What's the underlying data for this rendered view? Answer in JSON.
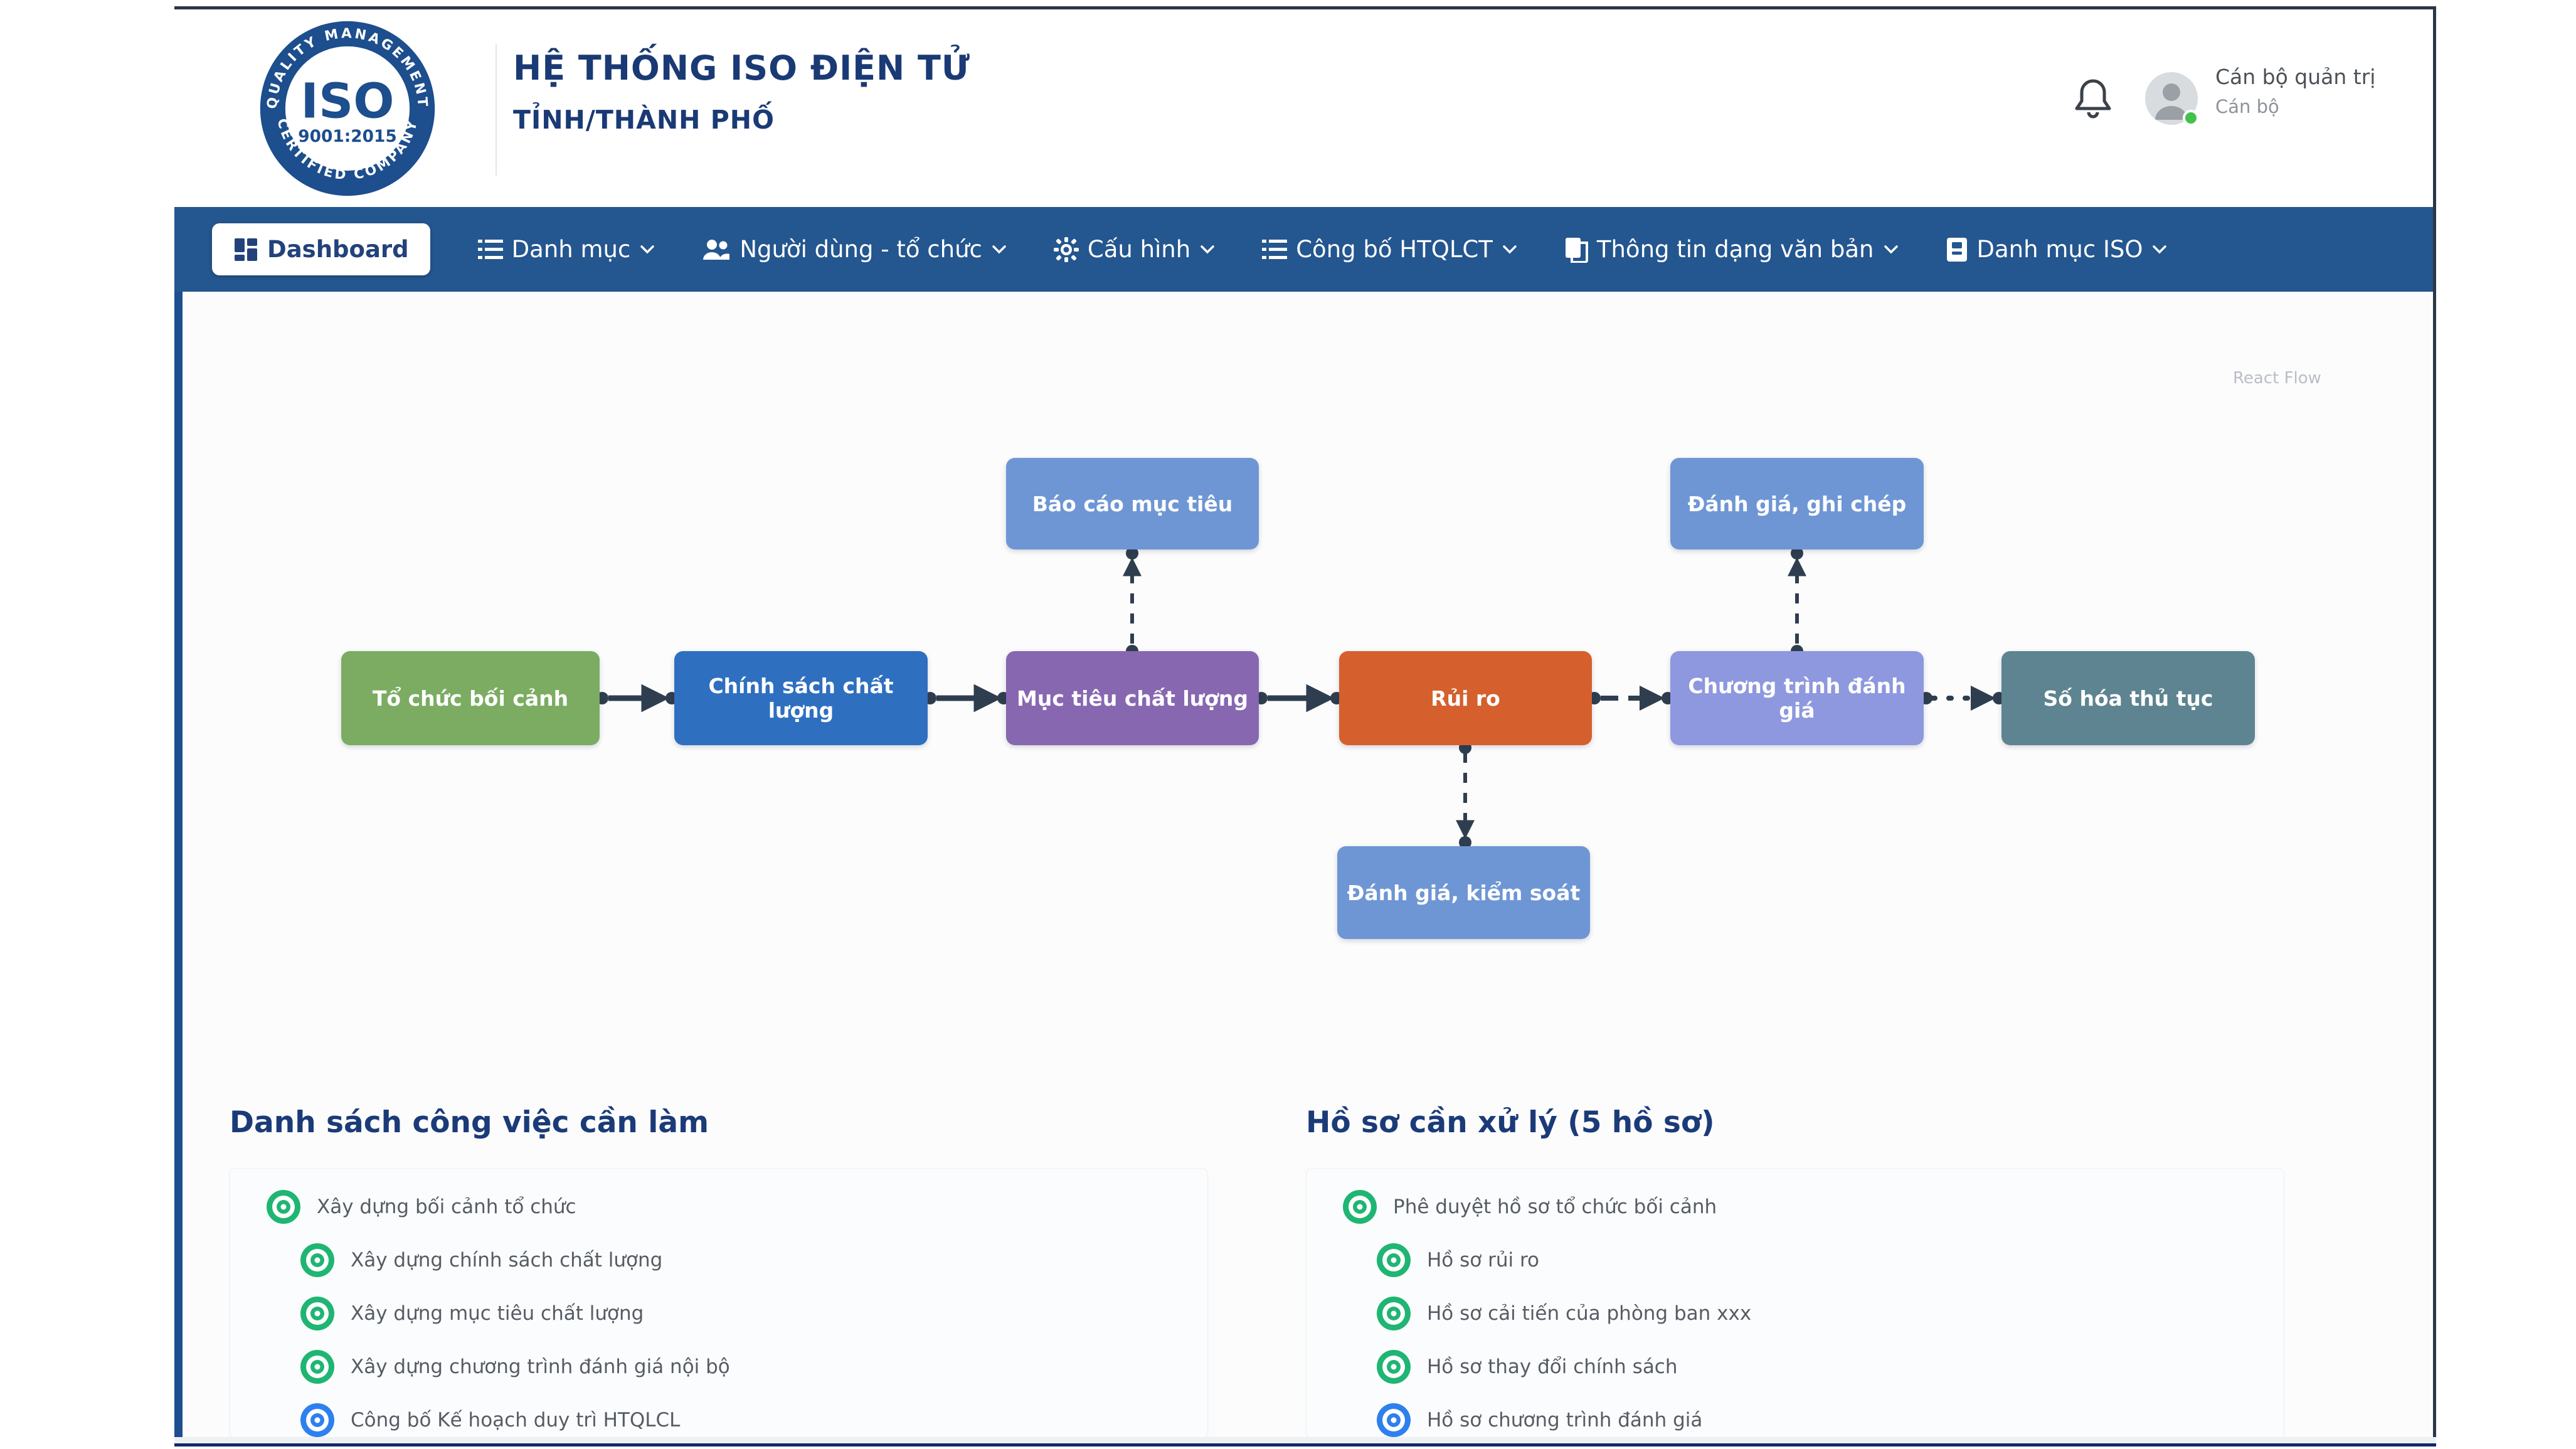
{
  "header": {
    "badge": {
      "line1": "ISO",
      "line2": "9001:2015",
      "arc_top": "QUALITY MANAGEMENT",
      "arc_bottom": "CERTIFIED COMPANY"
    },
    "title": "HỆ THỐNG ISO ĐIỆN TỬ",
    "subtitle": "TỈNH/THÀNH PHỐ",
    "user": {
      "name": "Cán bộ quản trị",
      "role": "Cán bộ"
    }
  },
  "nav": {
    "items": [
      {
        "label": "Dashboard",
        "icon": "dashboard-grid-icon",
        "active": true
      },
      {
        "label": "Danh mục",
        "icon": "list-icon",
        "has_dropdown": true
      },
      {
        "label": "Người dùng - tổ chức",
        "icon": "users-icon",
        "has_dropdown": true
      },
      {
        "label": "Cấu hình",
        "icon": "gear-icon",
        "has_dropdown": true
      },
      {
        "label": "Công bố HTQLCT",
        "icon": "list-icon",
        "has_dropdown": true
      },
      {
        "label": "Thông tin dạng văn bản",
        "icon": "document-icon",
        "has_dropdown": true
      },
      {
        "label": "Danh mục ISO",
        "icon": "book-icon",
        "has_dropdown": true
      }
    ]
  },
  "flow": {
    "watermark": "React Flow",
    "nodes": [
      {
        "label": "Tổ chức bối cảnh",
        "color": "#7bac62"
      },
      {
        "label": "Chính sách chất lượng",
        "color": "#2e6fc0"
      },
      {
        "label": "Mục tiêu chất lượng",
        "color": "#8767b0"
      },
      {
        "label": "Rủi ro",
        "color": "#d55f2d"
      },
      {
        "label": "Chương trình đánh giá",
        "color": "#8e98de"
      },
      {
        "label": "Số hóa thủ tục",
        "color": "#5d8490"
      },
      {
        "label": "Báo cáo mục tiêu",
        "color": "#6e96d4"
      },
      {
        "label": "Đánh giá, ghi chép",
        "color": "#6e96d4"
      },
      {
        "label": "Đánh giá, kiểm soát",
        "color": "#6e96d4"
      }
    ],
    "arrow_color": "#2f3e4f"
  },
  "todo": {
    "title": "Danh sách công việc cần làm",
    "items": [
      {
        "label": "Xây dựng bối cảnh tổ chức",
        "status_color": "#1fb573"
      },
      {
        "label": "Xây dựng chính sách chất lượng",
        "status_color": "#1fb573"
      },
      {
        "label": "Xây dựng mục tiêu chất lượng",
        "status_color": "#1fb573"
      },
      {
        "label": "Xây dựng chương trình đánh giá nội bộ",
        "status_color": "#1fb573"
      },
      {
        "label": "Công bố Kế hoạch duy trì HTQLCL",
        "status_color": "#2e80ee"
      }
    ]
  },
  "records": {
    "title": "Hồ sơ cần xử lý (5 hồ sơ)",
    "items": [
      {
        "label": "Phê duyệt hồ sơ tổ chức bối cảnh",
        "status_color": "#1fb573"
      },
      {
        "label": "Hồ sơ rủi ro",
        "status_color": "#1fb573"
      },
      {
        "label": "Hồ sơ cải tiến của phòng ban xxx",
        "status_color": "#1fb573"
      },
      {
        "label": "Hồ sơ thay đổi chính sách",
        "status_color": "#1fb573"
      },
      {
        "label": "Hồ sơ chương trình đánh giá",
        "status_color": "#2e80ee"
      }
    ]
  },
  "colors": {
    "nav_bar": "#24568f",
    "header_text": "#1a3a75",
    "footer_bar": "#0d2a66",
    "section_heading": "#1b3b78",
    "list_text": "#565c64",
    "status_online": "#41c24b"
  }
}
